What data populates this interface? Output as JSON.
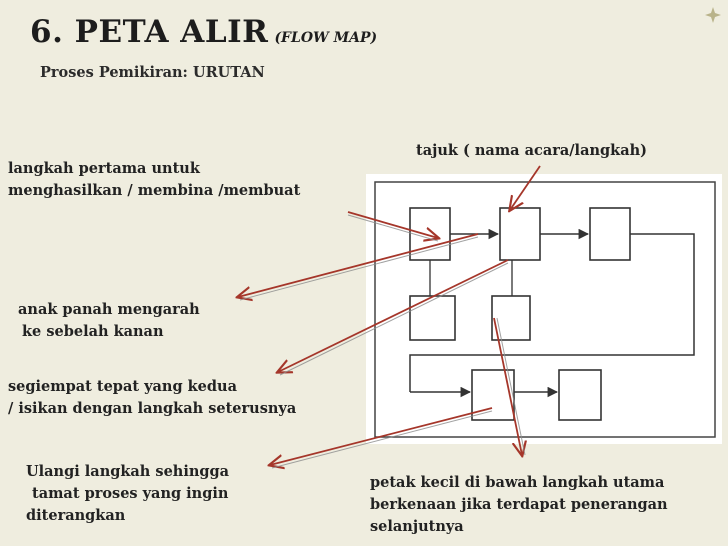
{
  "slide": {
    "title": "6. PETA ALIR",
    "title_sub": "(FLOW MAP)",
    "subtitle": "Proses Pemikiran:  URUTAN"
  },
  "labels": {
    "tajuk": "tajuk ( nama acara/langkah)",
    "langkah_pertama": [
      "langkah pertama untuk",
      "menghasilkan / membina /membuat"
    ],
    "anak_panah": [
      "anak panah mengarah",
      "ke sebelah kanan"
    ],
    "segiempat": [
      "segiempat tepat yang kedua",
      "/ isikan dengan langkah seterusnya"
    ],
    "ulangi": [
      "Ulangi langkah sehingga",
      "tamat proses yang ingin",
      "diterangkan"
    ],
    "petak_kecil": [
      "petak kecil di bawah langkah utama",
      "berkenaan jika terdapat penerangan",
      "selanjutnya"
    ]
  },
  "colors": {
    "background": "#efeddf",
    "pointer_arrow": "#a5362a",
    "diagram_line": "#333333"
  }
}
